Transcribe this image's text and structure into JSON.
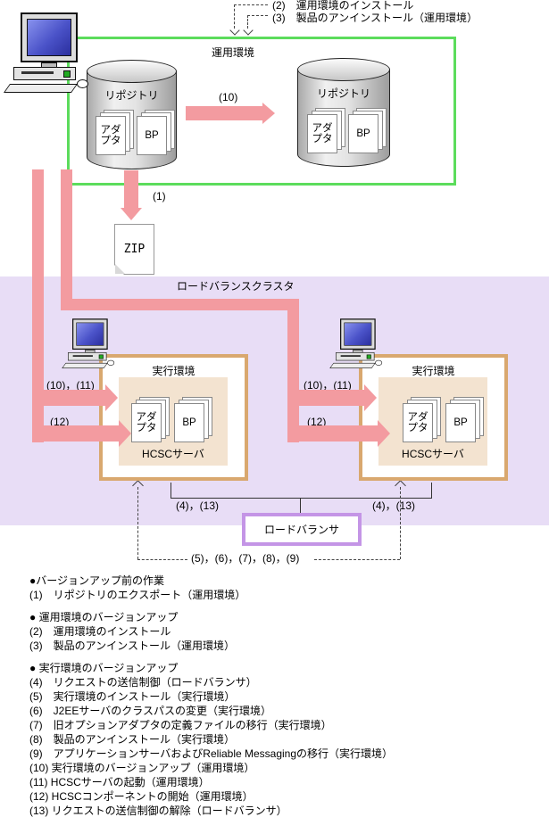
{
  "diagram": {
    "dashed_steps_top": {
      "step2": "(2)　運用環境のインストール",
      "step3": "(3)　製品のアンインストール（運用環境）"
    },
    "operation_env_label": "運用環境",
    "repository_label": "リポジトリ",
    "adapter_label": "アダプタ",
    "bp_label": "BP",
    "arrow_1": "(1)",
    "arrow_10": "(10)",
    "zip_label": "ZIP",
    "cluster_label": "ロードバランスクラスタ",
    "execution_env_label": "実行環境",
    "hcsc_server_label": "HCSCサーバ",
    "arrow_10_11": "(10)，(11)",
    "arrow_12": "(12)",
    "load_balancer_label": "ロードバランサ",
    "label_4_13": "(4)，(13)",
    "label_5_9": "(5)，(6)，(7)，(8)，(9)"
  },
  "steps": {
    "sections": [
      {
        "heading": "●バージョンアップ前の作業",
        "items": [
          "(1)　リポジトリのエクスポート（運用環境）"
        ]
      },
      {
        "heading": "● 運用環境のバージョンアップ",
        "items": [
          "(2)　運用環境のインストール",
          "(3)　製品のアンインストール（運用環境）"
        ]
      },
      {
        "heading": "● 実行環境のバージョンアップ",
        "items": [
          "(4)　リクエストの送信制御（ロードバランサ）",
          "(5)　実行環境のインストール（実行環境）",
          "(6)　J2EEサーバのクラスパスの変更（実行環境）",
          "(7)　旧オプションアダプタの定義ファイルの移行（実行環境）",
          "(8)　製品のアンインストール（実行環境）",
          "(9)　アプリケーションサーバおよびReliable Messagingの移行（実行環境）",
          "(10) 実行環境のバージョンアップ（運用環境）",
          "(11) HCSCサーバの起動（運用環境）",
          "(12) HCSCコンポーネントの開始（運用環境）",
          "(13) リクエストの送信制御の解除（ロードバランサ）"
        ]
      }
    ]
  },
  "colors": {
    "operation_env_border": "#5CDC5C",
    "flow_arrow": "#F39BA0",
    "cluster_background": "#E8DDF6",
    "execution_env_border": "#D9A86F",
    "hcsc_panel": "#F3E3D0",
    "load_balancer_border": "#C495E6"
  }
}
